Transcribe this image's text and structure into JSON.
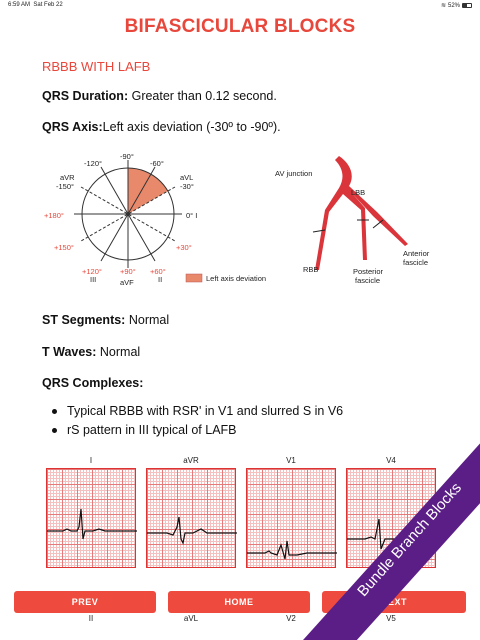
{
  "status_bar": {
    "time": "6:59 AM",
    "date": "Sat Feb 22",
    "battery": "52%"
  },
  "page_title": "BIFASCICULAR BLOCKS",
  "section_title": "RBBB WITH LAFB",
  "qrs_duration": {
    "label": "QRS Duration:",
    "value": "Greater than 0.12 second."
  },
  "qrs_axis": {
    "label": "QRS Axis:",
    "value": "Left axis deviation (-30º to -90º)."
  },
  "axis_diagram": {
    "labels": {
      "minus90": "-90°",
      "minus120": "-120°",
      "minus60": "-60°",
      "avr": "aVR",
      "minus150": "-150°",
      "avl": "aVL",
      "minus30": "-30°",
      "plus180": "+180°",
      "zero": "0° I",
      "plus150": "+150°",
      "plus30": "+30°",
      "plus120": "+120°",
      "iii": "III",
      "plus90": "+90°",
      "avf": "aVF",
      "plus60": "+60°",
      "ii": "II"
    },
    "legend": "Left axis deviation",
    "accent_color": "#e8896c"
  },
  "conduction_diagram": {
    "av_junction": "AV junction",
    "lbb": "LBB",
    "rbb": "RBB",
    "anterior_fascicle_1": "Anterior",
    "anterior_fascicle_2": "fascicle",
    "posterior_fascicle_1": "Posterior",
    "posterior_fascicle_2": "fascicle"
  },
  "st_segments": {
    "label": "ST Segments:",
    "value": "Normal"
  },
  "t_waves": {
    "label": "T Waves:",
    "value": "Normal"
  },
  "qrs_complexes": {
    "label": "QRS Complexes:"
  },
  "bullets": [
    "Typical RBBB with RSR' in V1 and slurred S in V6",
    "rS pattern in III typical of LAFB"
  ],
  "ecg_leads_top": [
    "I",
    "aVR",
    "V1",
    "V4"
  ],
  "ecg_leads_bottom": [
    "II",
    "aVL",
    "V2",
    "V5"
  ],
  "nav": {
    "prev": "PREV",
    "home": "HOME",
    "next": "NEXT"
  },
  "ribbon": "Bundle Branch Blocks",
  "colors": {
    "accent": "#e8473b",
    "ribbon": "#5b1d86",
    "button": "#ee4b3e"
  }
}
